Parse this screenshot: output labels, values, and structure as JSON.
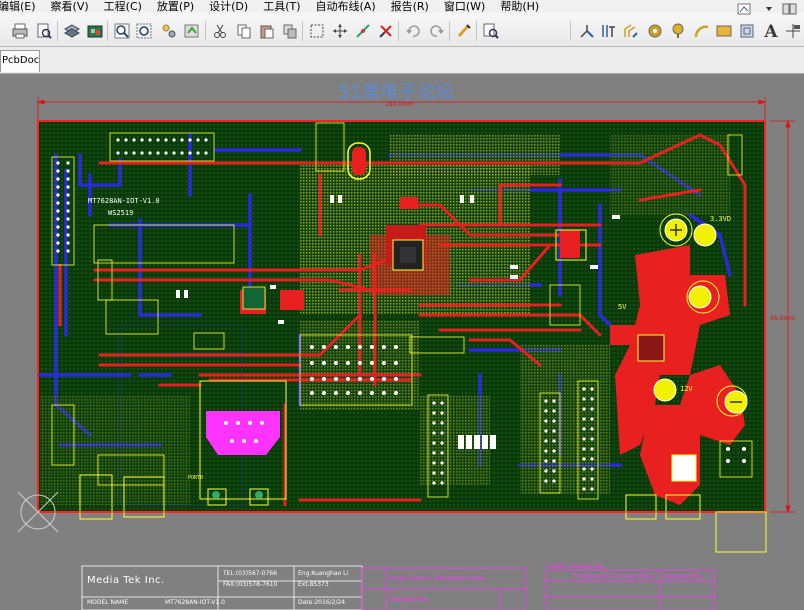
{
  "menubar": {
    "items": [
      "编辑(E)",
      "察看(V)",
      "工程(C)",
      "放置(P)",
      "设计(D)",
      "工具(T)",
      "自动布线(A)",
      "报告(R)",
      "窗口(W)",
      "帮助(H)"
    ]
  },
  "document_tab": {
    "label": "PcbDoc"
  },
  "canvas": {
    "watermark": "51黑电子论坛",
    "dimension_width": "180.0mm",
    "dimension_height": "96.9mm"
  },
  "board_text": {
    "model_silk": "MT7628AN-IOT-V1.0",
    "date_silk": "WS2519",
    "label_33v": "3.3VD",
    "label_12v": "12V",
    "label_5v": "5V",
    "label_port": "PORT0"
  },
  "title_block": {
    "company": "Media Tek Inc.",
    "tel": "TEL:(03)567-0766",
    "fax": "FAX:(03)578-7610",
    "drawn_by": "Eng.Kuanghao Li",
    "ext": "Ext.85373",
    "model_name_label": "MODEL NAME",
    "model_name_value": "MT7628AN-IOT-V1.0",
    "date": "Date:2016/2/24",
    "project_name": "Project Name: Bootloader Mode",
    "notes_label": "Engineering Change Notes",
    "design_by_label": "Designed By",
    "approved_by_label": "Approved By",
    "project_change_title": "Project Change Log"
  },
  "colors": {
    "board_green": "#0b3d0b",
    "top_copper": "#e82020",
    "bottom_copper": "#2a2ad8",
    "silkscreen": "#ffff33",
    "overlay_magenta": "#ff33ff",
    "dimension_red": "#dd1111",
    "watermark_blue": "#5a8bd9"
  }
}
